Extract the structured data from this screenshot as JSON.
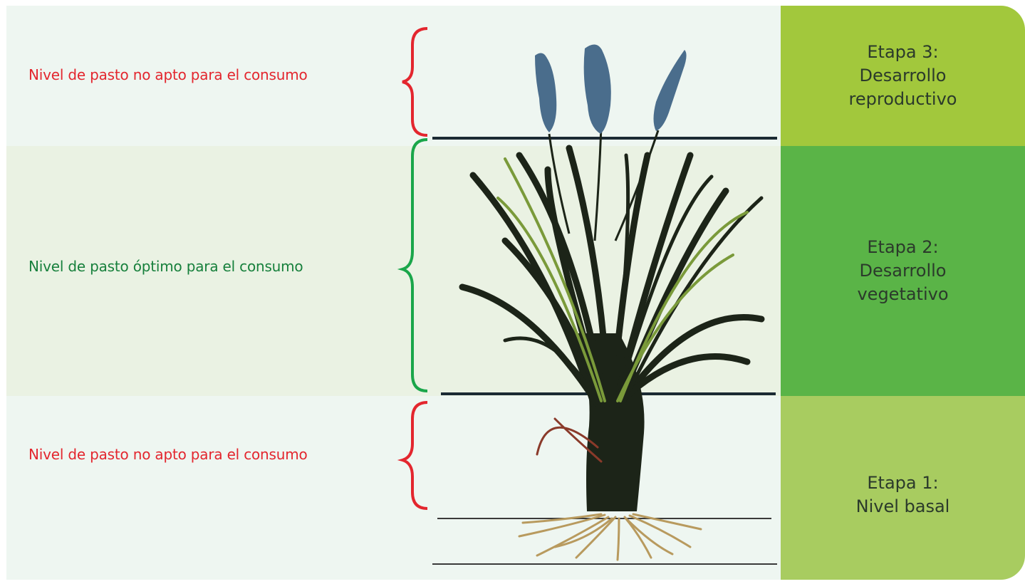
{
  "levels": {
    "top": "Nivel de pasto no apto para el consumo",
    "middle": "Nivel de pasto óptimo para el consumo",
    "bottom": "Nivel de pasto no apto para el consumo"
  },
  "stages": [
    {
      "title": "Etapa 3:",
      "line1": "Desarrollo",
      "line2": "reproductivo",
      "color": "#a2c83c"
    },
    {
      "title": "Etapa 2:",
      "line1": "Desarrollo",
      "line2": "vegetativo",
      "color": "#5ab447"
    },
    {
      "title": "Etapa 1:",
      "line1": "Nivel basal",
      "line2": "",
      "color": "#a8cc60"
    }
  ],
  "colors": {
    "unfit": "#e3262e",
    "optimal": "#17803c",
    "grass": "#1c2418",
    "seed_head": "#4a6d8c",
    "roots": "#b89a5e"
  }
}
